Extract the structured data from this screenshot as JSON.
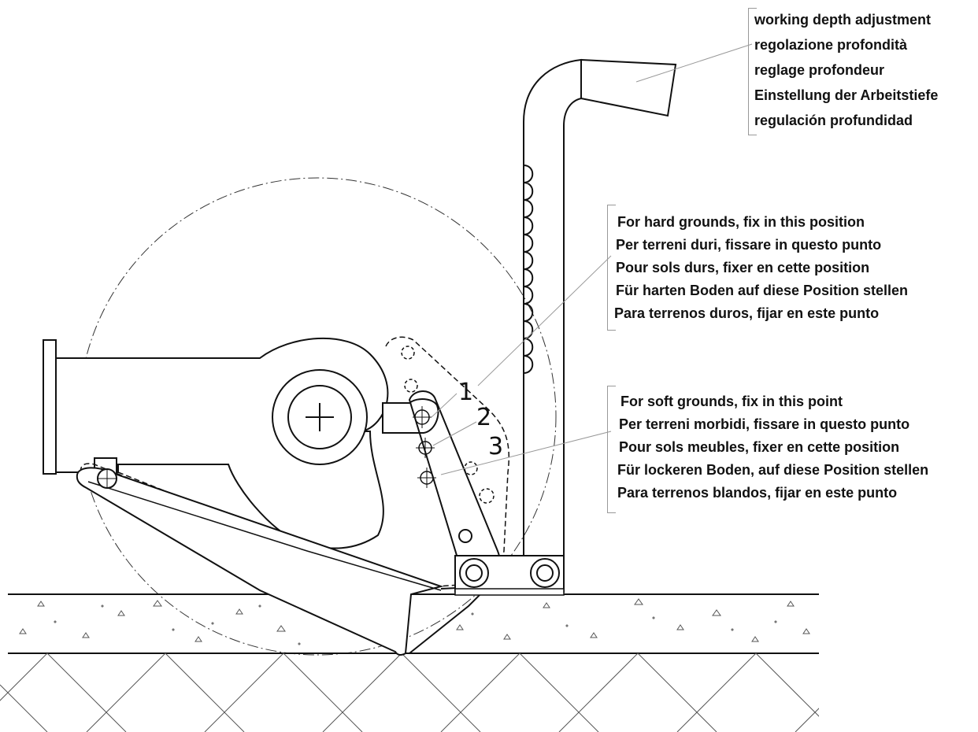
{
  "callouts": {
    "depth_adjustment": [
      "working depth adjustment",
      "regolazione profondità",
      "reglage profondeur",
      "Einstellung der Arbeitstiefe",
      "regulación profundidad"
    ],
    "hard_grounds": [
      "For hard grounds, fix in this position",
      "Per terreni duri, fissare in questo punto",
      "Pour sols durs, fixer en cette position",
      "Für harten Boden auf diese Position stellen",
      "Para terrenos duros, fijar en este punto"
    ],
    "soft_grounds": [
      "For soft grounds, fix in this point",
      "Per terreni morbidi, fissare in questo punto",
      "Pour sols meubles, fixer en cette position",
      "Für lockeren Boden, auf diese Position stellen",
      "Para terrenos blandos, fijar en este punto"
    ]
  },
  "position_numbers": [
    "1",
    "2",
    "3"
  ],
  "colors": {
    "ink": "#111111",
    "leader": "#999999",
    "background": "#ffffff"
  }
}
